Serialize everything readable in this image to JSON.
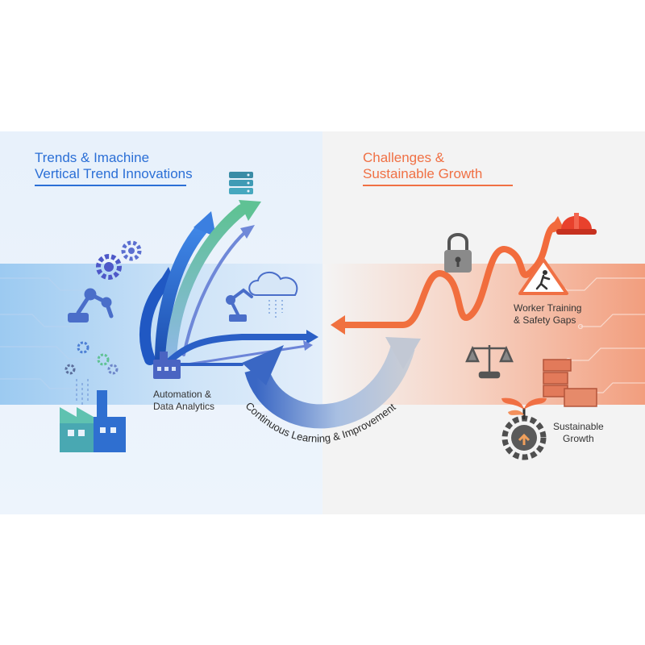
{
  "left_panel": {
    "title_line1": "Trends & Imachine",
    "title_line2": "Vertical Trend Innovations",
    "automation_line1": "Automation &",
    "automation_line2": "Data Analytics"
  },
  "right_panel": {
    "title_line1": "Challenges &",
    "title_line2": "Sustainable Growth",
    "worker_line1": "Worker Training",
    "worker_line2": "& Safety Gaps",
    "sustainable_line1": "Sustainable",
    "sustainable_line2": "Growth"
  },
  "center": {
    "cycle_label": "Continuous Learning & Improvement"
  },
  "colors": {
    "blue_accent": "#2b6fd6",
    "green_accent": "#5fc294",
    "orange_accent": "#f07044",
    "red_helmet": "#e8412c"
  },
  "icons": [
    "gears-icon",
    "robot-arm-icon",
    "factory-icon",
    "server-stack-icon",
    "cloud-icon",
    "small-factory-icon",
    "lock-icon",
    "hard-hat-icon",
    "warning-worker-icon",
    "scales-icon",
    "bricks-icon",
    "sprout-gear-icon"
  ]
}
